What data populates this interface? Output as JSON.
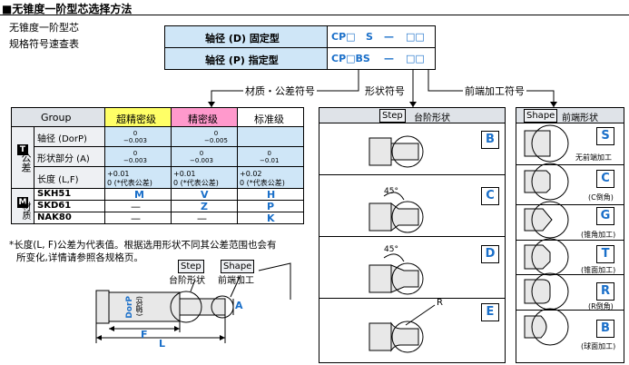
{
  "header": {
    "title": "■无锥度一阶型芯选择方法"
  },
  "intro": {
    "line1": "无锥度一阶型芯",
    "line2": "规格符号速查表"
  },
  "codes": [
    {
      "label": "轴径 (D) 固定型",
      "code_prefix": "CP□",
      "code_mid": "S",
      "dash": "—",
      "code_tail": "□□"
    },
    {
      "label": "轴径 (P) 指定型",
      "code_prefix": "CP□BS",
      "code_mid": "",
      "dash": "—",
      "code_tail": "□□"
    }
  ],
  "pointers": {
    "material": "材质・公差符号",
    "shape": "形状符号",
    "tip": "前端加工符号"
  },
  "table": {
    "group_header": "Group",
    "grades": [
      "超精密级",
      "精密级",
      "标准级"
    ],
    "grade_colors": [
      "#ffff66",
      "#ff99cc",
      "#ffffff"
    ],
    "tolerance_section": "公差",
    "tolerance_tag": "T",
    "material_section": "材质",
    "material_tag": "M",
    "rows": [
      {
        "label": "轴径 (DorP)",
        "vals": [
          [
            "0",
            "−0.003"
          ],
          [
            "0",
            "−0.005"
          ],
          [
            "",
            ""
          ]
        ]
      },
      {
        "label": "形状部分 (A)",
        "vals": [
          [
            "0",
            "−0.003"
          ],
          [
            "0",
            "−0.003"
          ],
          [
            "0",
            "−0.01"
          ]
        ]
      },
      {
        "label": "长度 (L,F)",
        "vals": [
          [
            "+0.01",
            "0 (*代表公差)"
          ],
          [
            "+0.01",
            "0 (*代表公差)"
          ],
          [
            "+0.02",
            "0 (*代表公差)"
          ]
        ]
      }
    ],
    "materials": [
      {
        "name": "SKH51",
        "vals": [
          "M",
          "V",
          "H"
        ]
      },
      {
        "name": "SKD61",
        "vals": [
          "—",
          "Z",
          "P"
        ]
      },
      {
        "name": "NAK80",
        "vals": [
          "—",
          "—",
          "K"
        ]
      }
    ]
  },
  "note": {
    "line1": "*长度(L, F)公差为代表值。根据选用形状不同其公差范围也会有",
    "line2": "所变化,详情请参照各规格页。"
  },
  "diagram": {
    "step_label": "Step",
    "step_sub": "台阶形状",
    "shape_label": "Shape",
    "shape_sub": "前端加工",
    "dorp": "DorP",
    "dorp_sub": "(轴径)",
    "a": "A",
    "f": "F",
    "l": "L"
  },
  "step_panel": {
    "tag": "Step",
    "title": "台阶形状",
    "items": [
      {
        "letter": "B",
        "angle": ""
      },
      {
        "letter": "C",
        "angle": "45°"
      },
      {
        "letter": "D",
        "angle": "45°"
      },
      {
        "letter": "E",
        "angle": "R"
      }
    ]
  },
  "shape_panel": {
    "tag": "Shape",
    "title": "前端形状",
    "items": [
      {
        "letter": "S",
        "caption": "无前端加工"
      },
      {
        "letter": "C",
        "caption": "(C倒角)"
      },
      {
        "letter": "G",
        "caption": "(锥角加工)"
      },
      {
        "letter": "T",
        "caption": "(锥面加工)"
      },
      {
        "letter": "R",
        "caption": "(R倒角)"
      },
      {
        "letter": "B",
        "caption": "(球面加工)"
      }
    ]
  }
}
